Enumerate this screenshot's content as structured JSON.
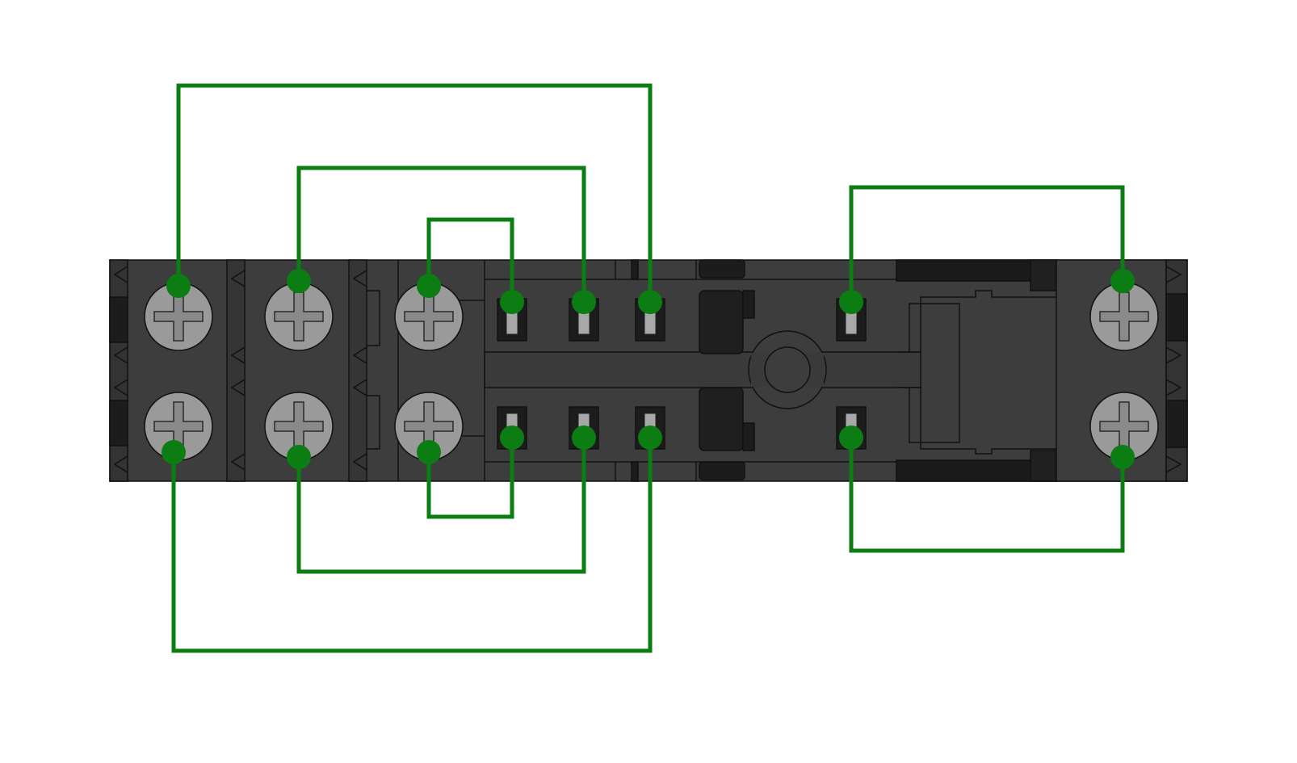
{
  "diagram": {
    "background_color": "#ffffff",
    "socket_body_color": "#3d3d3d",
    "socket_dark_color": "#1c1c1c",
    "outline_color": "#111111",
    "screw_color": "#9a9a9a",
    "wire_color": "#0b7d12",
    "screw_terminals": [
      {
        "id": "screw-1",
        "row": "top",
        "column": 1
      },
      {
        "id": "screw-2",
        "row": "top",
        "column": 2
      },
      {
        "id": "screw-3",
        "row": "top",
        "column": 3
      },
      {
        "id": "screw-4",
        "row": "top",
        "column": 4
      },
      {
        "id": "screw-5",
        "row": "bottom",
        "column": 1
      },
      {
        "id": "screw-6",
        "row": "bottom",
        "column": 2
      },
      {
        "id": "screw-7",
        "row": "bottom",
        "column": 3
      },
      {
        "id": "screw-8",
        "row": "bottom",
        "column": 4
      }
    ],
    "pin_slots": [
      {
        "id": "pin-1",
        "row": "top",
        "column": 1
      },
      {
        "id": "pin-2",
        "row": "top",
        "column": 2
      },
      {
        "id": "pin-3",
        "row": "top",
        "column": 3
      },
      {
        "id": "pin-4",
        "row": "top",
        "column": 4
      },
      {
        "id": "pin-5",
        "row": "bottom",
        "column": 1
      },
      {
        "id": "pin-6",
        "row": "bottom",
        "column": 2
      },
      {
        "id": "pin-7",
        "row": "bottom",
        "column": 3
      },
      {
        "id": "pin-8",
        "row": "bottom",
        "column": 4
      }
    ],
    "wires": [
      {
        "id": "wire-1",
        "from": "screw-1",
        "to": "pin-3"
      },
      {
        "id": "wire-2",
        "from": "screw-2",
        "to": "pin-2"
      },
      {
        "id": "wire-3",
        "from": "screw-3",
        "to": "pin-1"
      },
      {
        "id": "wire-4",
        "from": "screw-4",
        "to": "pin-4"
      },
      {
        "id": "wire-5",
        "from": "screw-5",
        "to": "pin-7"
      },
      {
        "id": "wire-6",
        "from": "screw-6",
        "to": "pin-6"
      },
      {
        "id": "wire-7",
        "from": "screw-7",
        "to": "pin-5"
      },
      {
        "id": "wire-8",
        "from": "screw-8",
        "to": "pin-8"
      }
    ]
  }
}
